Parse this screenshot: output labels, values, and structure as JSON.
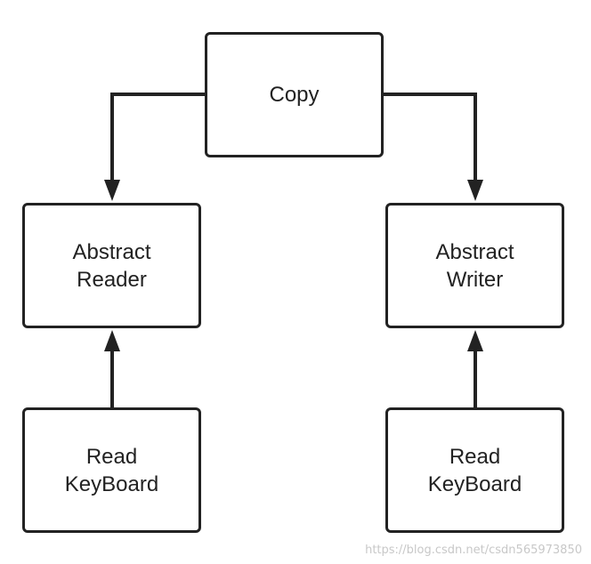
{
  "nodes": {
    "copy": {
      "lines": [
        "Copy"
      ]
    },
    "abstract_reader": {
      "lines": [
        "Abstract",
        "Reader"
      ]
    },
    "abstract_writer": {
      "lines": [
        "Abstract",
        "Writer"
      ]
    },
    "read_keyboard_left": {
      "lines": [
        "Read",
        "KeyBoard"
      ]
    },
    "read_keyboard_right": {
      "lines": [
        "Read",
        "KeyBoard"
      ]
    }
  },
  "edges": [
    {
      "from": "copy",
      "to": "abstract_reader"
    },
    {
      "from": "copy",
      "to": "abstract_writer"
    },
    {
      "from": "read_keyboard_left",
      "to": "abstract_reader"
    },
    {
      "from": "read_keyboard_right",
      "to": "abstract_writer"
    }
  ],
  "colors": {
    "stroke": "#222222",
    "background": "#ffffff",
    "watermark": "#c8c8c8"
  },
  "watermark": "https://blog.csdn.net/csdn565973850"
}
